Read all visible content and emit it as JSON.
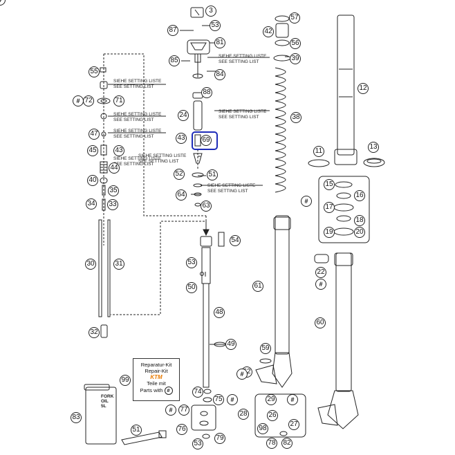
{
  "parts": [
    {
      "label": "3",
      "kind": "num"
    },
    {
      "label": "87",
      "kind": "num"
    },
    {
      "label": "53",
      "kind": "num"
    },
    {
      "label": "81",
      "kind": "num"
    },
    {
      "label": "85",
      "kind": "num"
    },
    {
      "label": "84",
      "kind": "num"
    },
    {
      "label": "55",
      "kind": "num"
    },
    {
      "label": "72",
      "kind": "num"
    },
    {
      "label": "71",
      "kind": "num"
    },
    {
      "label": "88",
      "kind": "num"
    },
    {
      "label": "24",
      "kind": "num"
    },
    {
      "label": "47",
      "kind": "num"
    },
    {
      "label": "43",
      "kind": "num"
    },
    {
      "label": "45",
      "kind": "num"
    },
    {
      "label": "43",
      "kind": "num"
    },
    {
      "label": "69",
      "kind": "num"
    },
    {
      "label": "44",
      "kind": "num"
    },
    {
      "label": "52",
      "kind": "num"
    },
    {
      "label": "51",
      "kind": "num"
    },
    {
      "label": "40",
      "kind": "num"
    },
    {
      "label": "35",
      "kind": "num"
    },
    {
      "label": "64",
      "kind": "num"
    },
    {
      "label": "34",
      "kind": "num"
    },
    {
      "label": "33",
      "kind": "num"
    },
    {
      "label": "63",
      "kind": "num"
    },
    {
      "label": "57",
      "kind": "num"
    },
    {
      "label": "42",
      "kind": "num"
    },
    {
      "label": "56",
      "kind": "num"
    },
    {
      "label": "39",
      "kind": "num"
    },
    {
      "label": "38",
      "kind": "num"
    },
    {
      "label": "12",
      "kind": "num"
    },
    {
      "label": "11",
      "kind": "num"
    },
    {
      "label": "13",
      "kind": "num"
    },
    {
      "label": "15",
      "kind": "num"
    },
    {
      "label": "16",
      "kind": "num"
    },
    {
      "label": "17",
      "kind": "num"
    },
    {
      "label": "18",
      "kind": "num"
    },
    {
      "label": "19",
      "kind": "num"
    },
    {
      "label": "20",
      "kind": "num"
    },
    {
      "label": "#",
      "kind": "hash"
    },
    {
      "label": "54",
      "kind": "num"
    },
    {
      "label": "30",
      "kind": "num"
    },
    {
      "label": "31",
      "kind": "num"
    },
    {
      "label": "53",
      "kind": "num"
    },
    {
      "label": "50",
      "kind": "num"
    },
    {
      "label": "61",
      "kind": "num"
    },
    {
      "label": "22",
      "kind": "num"
    },
    {
      "label": "#",
      "kind": "hash"
    },
    {
      "label": "48",
      "kind": "num"
    },
    {
      "label": "60",
      "kind": "num"
    },
    {
      "label": "32",
      "kind": "num"
    },
    {
      "label": "49",
      "kind": "num"
    },
    {
      "label": "59",
      "kind": "num"
    },
    {
      "label": "62",
      "kind": "num"
    },
    {
      "label": "99",
      "kind": "num"
    },
    {
      "label": "74",
      "kind": "num"
    },
    {
      "label": "75",
      "kind": "num"
    },
    {
      "label": "#",
      "kind": "hash"
    },
    {
      "label": "29",
      "kind": "num"
    },
    {
      "label": "#",
      "kind": "hash"
    },
    {
      "label": "77",
      "kind": "num"
    },
    {
      "label": "#",
      "kind": "hash"
    },
    {
      "label": "28",
      "kind": "num"
    },
    {
      "label": "26",
      "kind": "num"
    },
    {
      "label": "83",
      "kind": "num"
    },
    {
      "label": "76",
      "kind": "num"
    },
    {
      "label": "51",
      "kind": "num"
    },
    {
      "label": "98",
      "kind": "num"
    },
    {
      "label": "27",
      "kind": "num"
    },
    {
      "label": "53",
      "kind": "num"
    },
    {
      "label": "79",
      "kind": "num"
    },
    {
      "label": "78",
      "kind": "num"
    },
    {
      "label": "82",
      "kind": "num"
    },
    {
      "label": "#",
      "kind": "hash"
    },
    {
      "label": "#",
      "kind": "hash"
    },
    {
      "label": "#",
      "kind": "hash"
    },
    {
      "label": "#",
      "kind": "hash"
    }
  ],
  "setting_notes": [
    {
      "de": "SIEHE SETTING LISTE",
      "en": "SEE SETTING LIST"
    },
    {
      "de": "SIEHE SETTING LISTE",
      "en": "SEE SETTING LIST"
    },
    {
      "de": "SIEHE SETTING LISTE",
      "en": "SEE SETTING LIST"
    },
    {
      "de": "SIEHE SETTING LISTE",
      "en": "SEE SETTING LIST"
    },
    {
      "de": "SIEHE SETTING LISTE",
      "en": "SEE SETTING LIST"
    },
    {
      "de": "SIEHE SETTING LISTE",
      "en": "SEE SETTING LIST"
    },
    {
      "de": "SIEHE SETTING LISTE",
      "en": "SEE SETTING LIST"
    },
    {
      "de": "SIEHE SETTING LISTE",
      "en": "SEE SETTING LIST"
    }
  ],
  "repair_kit": {
    "line1": "Reparatur-Kit",
    "line2": "Repair-Kit",
    "logo": "KTM",
    "line3": "Teile mit",
    "line4": "Parts with",
    "symbol": "#"
  },
  "oil_can": {
    "line1": "FORK",
    "line2": "OIL",
    "line3": "5L"
  },
  "highlighted_part": "69",
  "colors": {
    "line": "#222222",
    "highlight": "#1d2bb8",
    "logo": "#e87a00"
  }
}
